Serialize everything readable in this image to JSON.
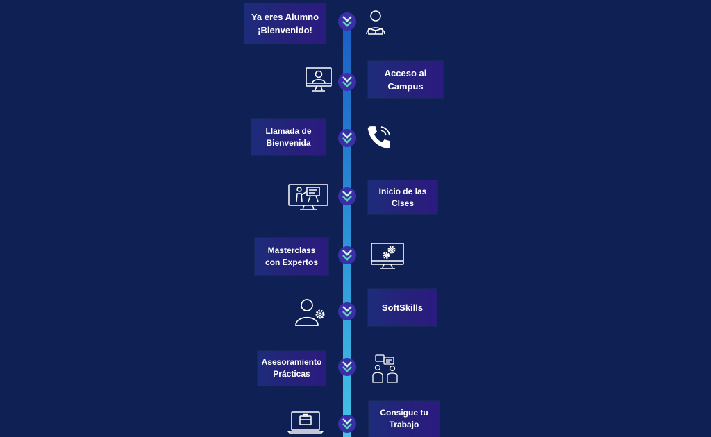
{
  "colors": {
    "background": "#0f2055",
    "box": "#26217a",
    "node": "#3a2fa7",
    "chevron_light": "#c8f3e6",
    "chevron_mid": "#5fd3b8",
    "line_top": "#1b5fc4",
    "line_bottom": "#45c4e6"
  },
  "steps": [
    {
      "label": "Ya eres Alumno\n¡Bienvenido!",
      "icon": "student-reading-icon"
    },
    {
      "label": "Acceso al\nCampus",
      "icon": "computer-user-icon"
    },
    {
      "label": "Llamada de\nBienvenida",
      "icon": "phone-call-icon"
    },
    {
      "label": "Inicio de las\nClses",
      "icon": "teacher-presentation-icon"
    },
    {
      "label": "Masterclass\ncon Expertos",
      "icon": "monitor-gears-icon"
    },
    {
      "label": "SoftSkills",
      "icon": "user-gear-icon"
    },
    {
      "label": "Asesoramiento\nPrácticas",
      "icon": "people-conversation-icon"
    },
    {
      "label": "Consigue tu\nTrabajo",
      "icon": "laptop-briefcase-icon"
    }
  ]
}
